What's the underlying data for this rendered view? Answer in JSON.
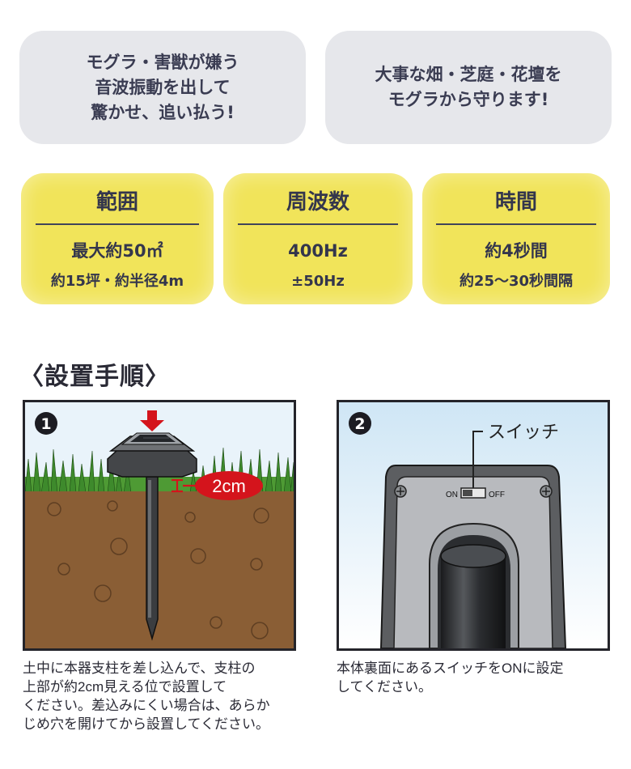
{
  "bubbles": {
    "left": "モグラ・害獣が嫌う\n音波振動を出して\n驚かせ、追い払う!",
    "right": "大事な畑・芝庭・花壇を\nモグラから守ります!"
  },
  "specs": [
    {
      "title": "範囲",
      "main": "最大約50㎡",
      "sub": "約15坪・約半径4m"
    },
    {
      "title": "周波数",
      "main": "400Hz",
      "sub": "±50Hz"
    },
    {
      "title": "時間",
      "main": "約4秒間",
      "sub": "約25〜30秒間隔"
    }
  ],
  "section_heading": "〈設置手順〉",
  "steps": [
    {
      "number": "1",
      "callout": "2cm",
      "caption": "土中に本器支柱を差し込んで、支柱の\n上部が約2cm見える位で設置して\nください。差込みにくい場合は、あらか\nじめ穴を開けてから設置してください。"
    },
    {
      "number": "2",
      "switch_label": "スイッチ",
      "on_label": "ON",
      "off_label": "OFF",
      "caption": "本体裏面にあるスイッチをONに設定\nしてください。"
    }
  ],
  "colors": {
    "spec_background": "#f1e45a",
    "bubble_background": "#e6e7eb",
    "soil": "#8a5e35",
    "sky": "#e9f3fa",
    "callout_red": "#d4141c"
  }
}
